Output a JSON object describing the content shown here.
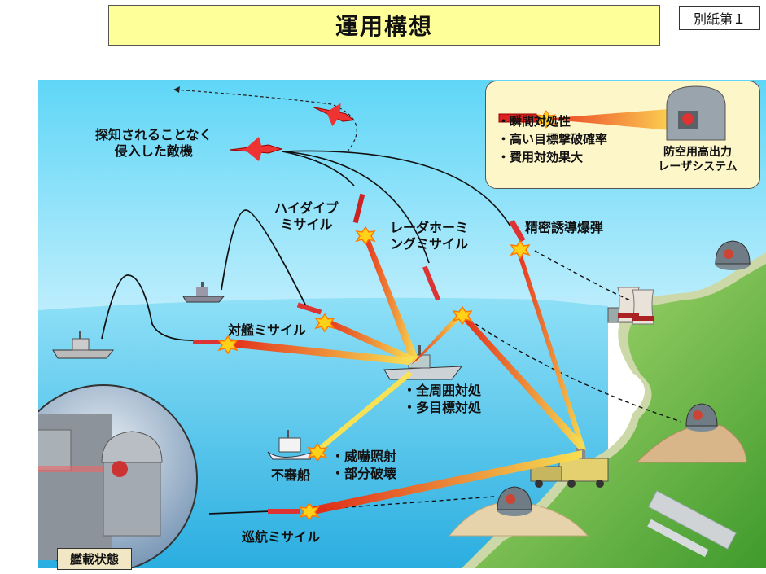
{
  "header": {
    "title": "運用構想",
    "attachment_label": "別紙第１"
  },
  "labels": {
    "undetected_aircraft": [
      "探知されることなく",
      "侵入した敵機"
    ],
    "high_dive_missile": [
      "ハイダイブ",
      "ミサイル"
    ],
    "radar_homing_missile": [
      "レーダホーミ",
      "ングミサイル"
    ],
    "precision_guided_bomb": "精密誘導爆弾",
    "anti_ship_missile": "対艦ミサイル",
    "suspicious_ship": "不審船",
    "cruise_missile": "巡航ミサイル"
  },
  "ship_capabilities": [
    "・全周囲対処",
    "・多目標対処"
  ],
  "suspicious_ship_actions": [
    "・威嚇照射",
    "・部分破壊"
  ],
  "info_box": {
    "features": [
      "・瞬間対処性",
      "・高い目標撃破確率",
      "・費用対効果大"
    ],
    "system_name": [
      "防空用高出力",
      "レーザシステム"
    ]
  },
  "inset": {
    "label": "艦載状態"
  },
  "colors": {
    "sky": "#4fd0f5",
    "sea": "#3bbde8",
    "land": "#6cc13c",
    "laser_red": "#e8230f",
    "laser_yellow": "#ffe44d",
    "title_bg": "#ffff99",
    "info_bg": "#fdf6c9"
  }
}
